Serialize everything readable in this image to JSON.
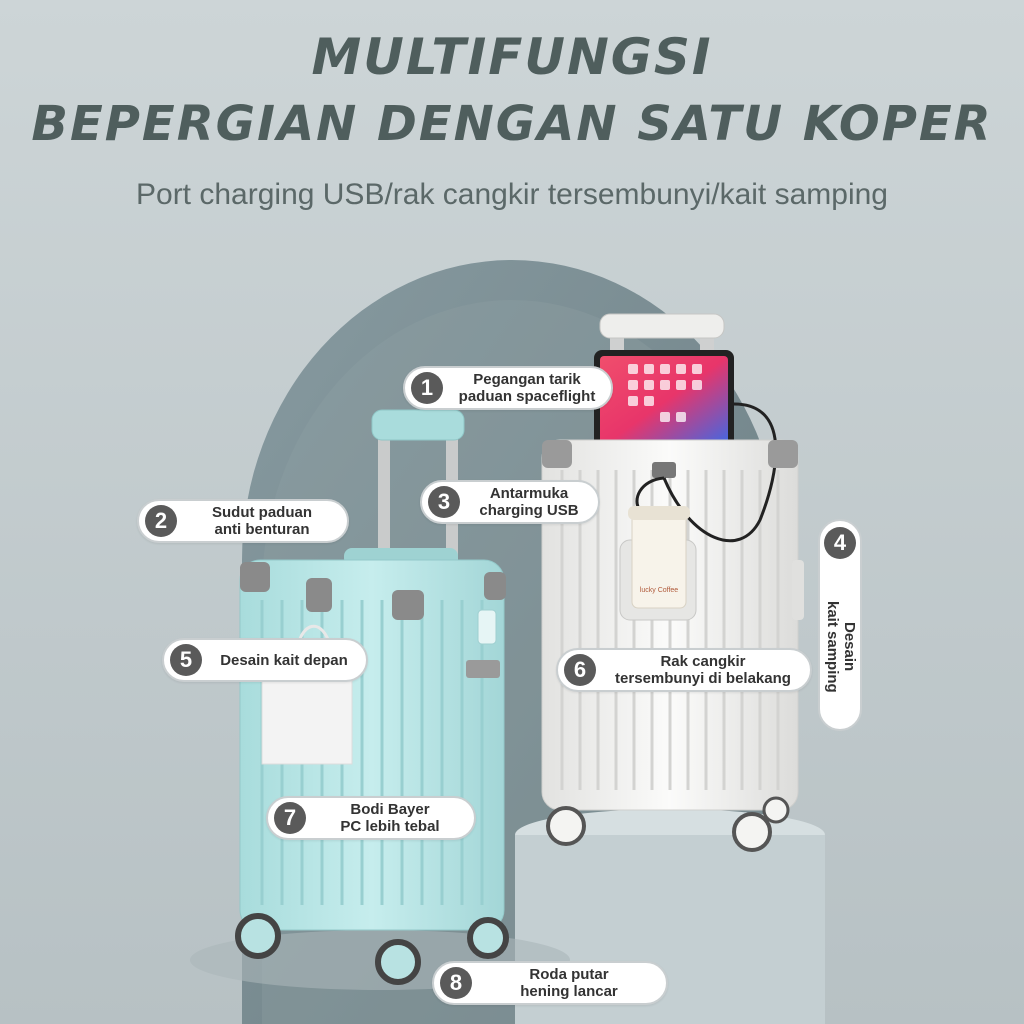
{
  "header": {
    "title_line1": "MULTIFUNGSI",
    "title_line2": "BEPERGIAN DENGAN SATU KOPER",
    "subtitle": "Port charging USB/rak cangkir tersembunyi/kait samping"
  },
  "callouts": [
    {
      "number": "1",
      "line1": "Pegangan tarik",
      "line2": "paduan spaceflight"
    },
    {
      "number": "2",
      "line1": "Sudut paduan",
      "line2": "anti benturan"
    },
    {
      "number": "3",
      "line1": "Antarmuka",
      "line2": "charging USB"
    },
    {
      "number": "4",
      "line1": "Desain",
      "line2": "kait samping"
    },
    {
      "number": "5",
      "line1": "Desain kait depan",
      "line2": ""
    },
    {
      "number": "6",
      "line1": "Rak cangkir",
      "line2": "tersembunyi di belakang"
    },
    {
      "number": "7",
      "line1": "Bodi Bayer",
      "line2": "PC lebih tebal"
    },
    {
      "number": "8",
      "line1": "Roda putar",
      "line2": "hening lancar"
    }
  ],
  "colors": {
    "background": "#c9d2d4",
    "arch": "#6f8186",
    "title": "#4f5e5d",
    "mint_case": "#b9e6e6",
    "white_case": "#f2f2f0",
    "badge": "#5a5a5a"
  },
  "cup_label": "lucky Coffee"
}
